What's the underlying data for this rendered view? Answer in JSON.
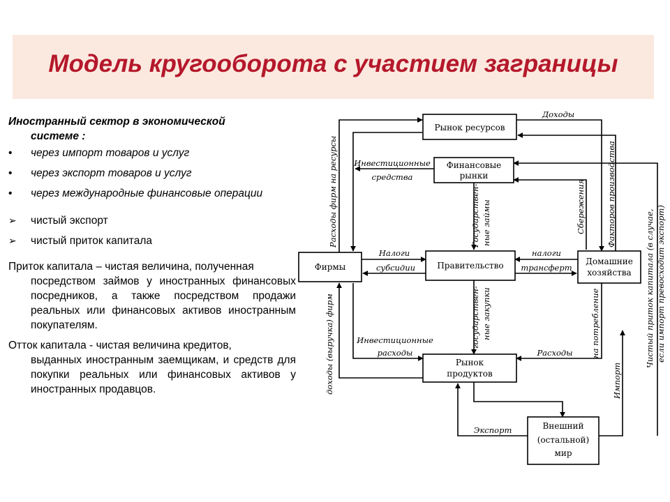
{
  "title": "Модель кругооборота с участием заграницы",
  "left_text": {
    "heading_line1": "Иностранный сектор в экономической",
    "heading_line2": "системе :",
    "channels": [
      "через импорт товаров и услуг",
      "через экспорт товаров и услуг",
      "через международные финансовые операции"
    ],
    "checks": [
      "чистый экспорт",
      "чистый приток капитала"
    ],
    "inflow_first": "Приток капитала – чистая величина, полученная",
    "inflow_rest": "посредством займов у иностранных финансовых посредников, а также посредством продажи реальных или финансовых активов иностранным покупателям.",
    "outflow_first": "Отток капитала - чистая величина кредитов,",
    "outflow_rest": "выданных иностранным заемщикам, и средств для покупки реальных или финансовых активов у иностранных продавцов."
  },
  "diagram": {
    "boxes": {
      "resource_market": "Рынок ресурсов",
      "financial_markets_1": "Финансовые",
      "financial_markets_2": "рынки",
      "firms": "Фирмы",
      "government": "Правительство",
      "households_1": "Домашние",
      "households_2": "хозяйства",
      "product_market_1": "Рынок",
      "product_market_2": "продуктов",
      "rest_of_world_1": "Внешний",
      "rest_of_world_2": "(остальной)",
      "rest_of_world_3": "мир"
    },
    "flows": {
      "income": "Доходы",
      "firm_resource_spending": "Расходы фирм на ресурсы",
      "factors_of_production": "Факторов производства",
      "investment_funds_1": "Инвестиционные",
      "investment_funds_2": "средства",
      "gov_loans_top_1": "Государствен-",
      "gov_loans_top_2": "ные займы",
      "savings": "Сбережения",
      "taxes_firms": "Налоги",
      "subsidies": "субсидии",
      "taxes_households": "налоги",
      "transfers": "трансферт",
      "firm_income": "доходы (выручка) фирм",
      "gov_purchases_1": "государствен-",
      "gov_purchases_2": "ные закупки",
      "consumption_spending": "на потребление",
      "investment_spending_1": "Инвестиционные",
      "investment_spending_2": "расходы",
      "spending": "Расходы",
      "imports": "Импорт",
      "exports": "Экспорт",
      "net_capital_inflow_1": "Чистый приток капитала (в случае,",
      "net_capital_inflow_2": "если импорт превосходит экспорт)"
    }
  }
}
